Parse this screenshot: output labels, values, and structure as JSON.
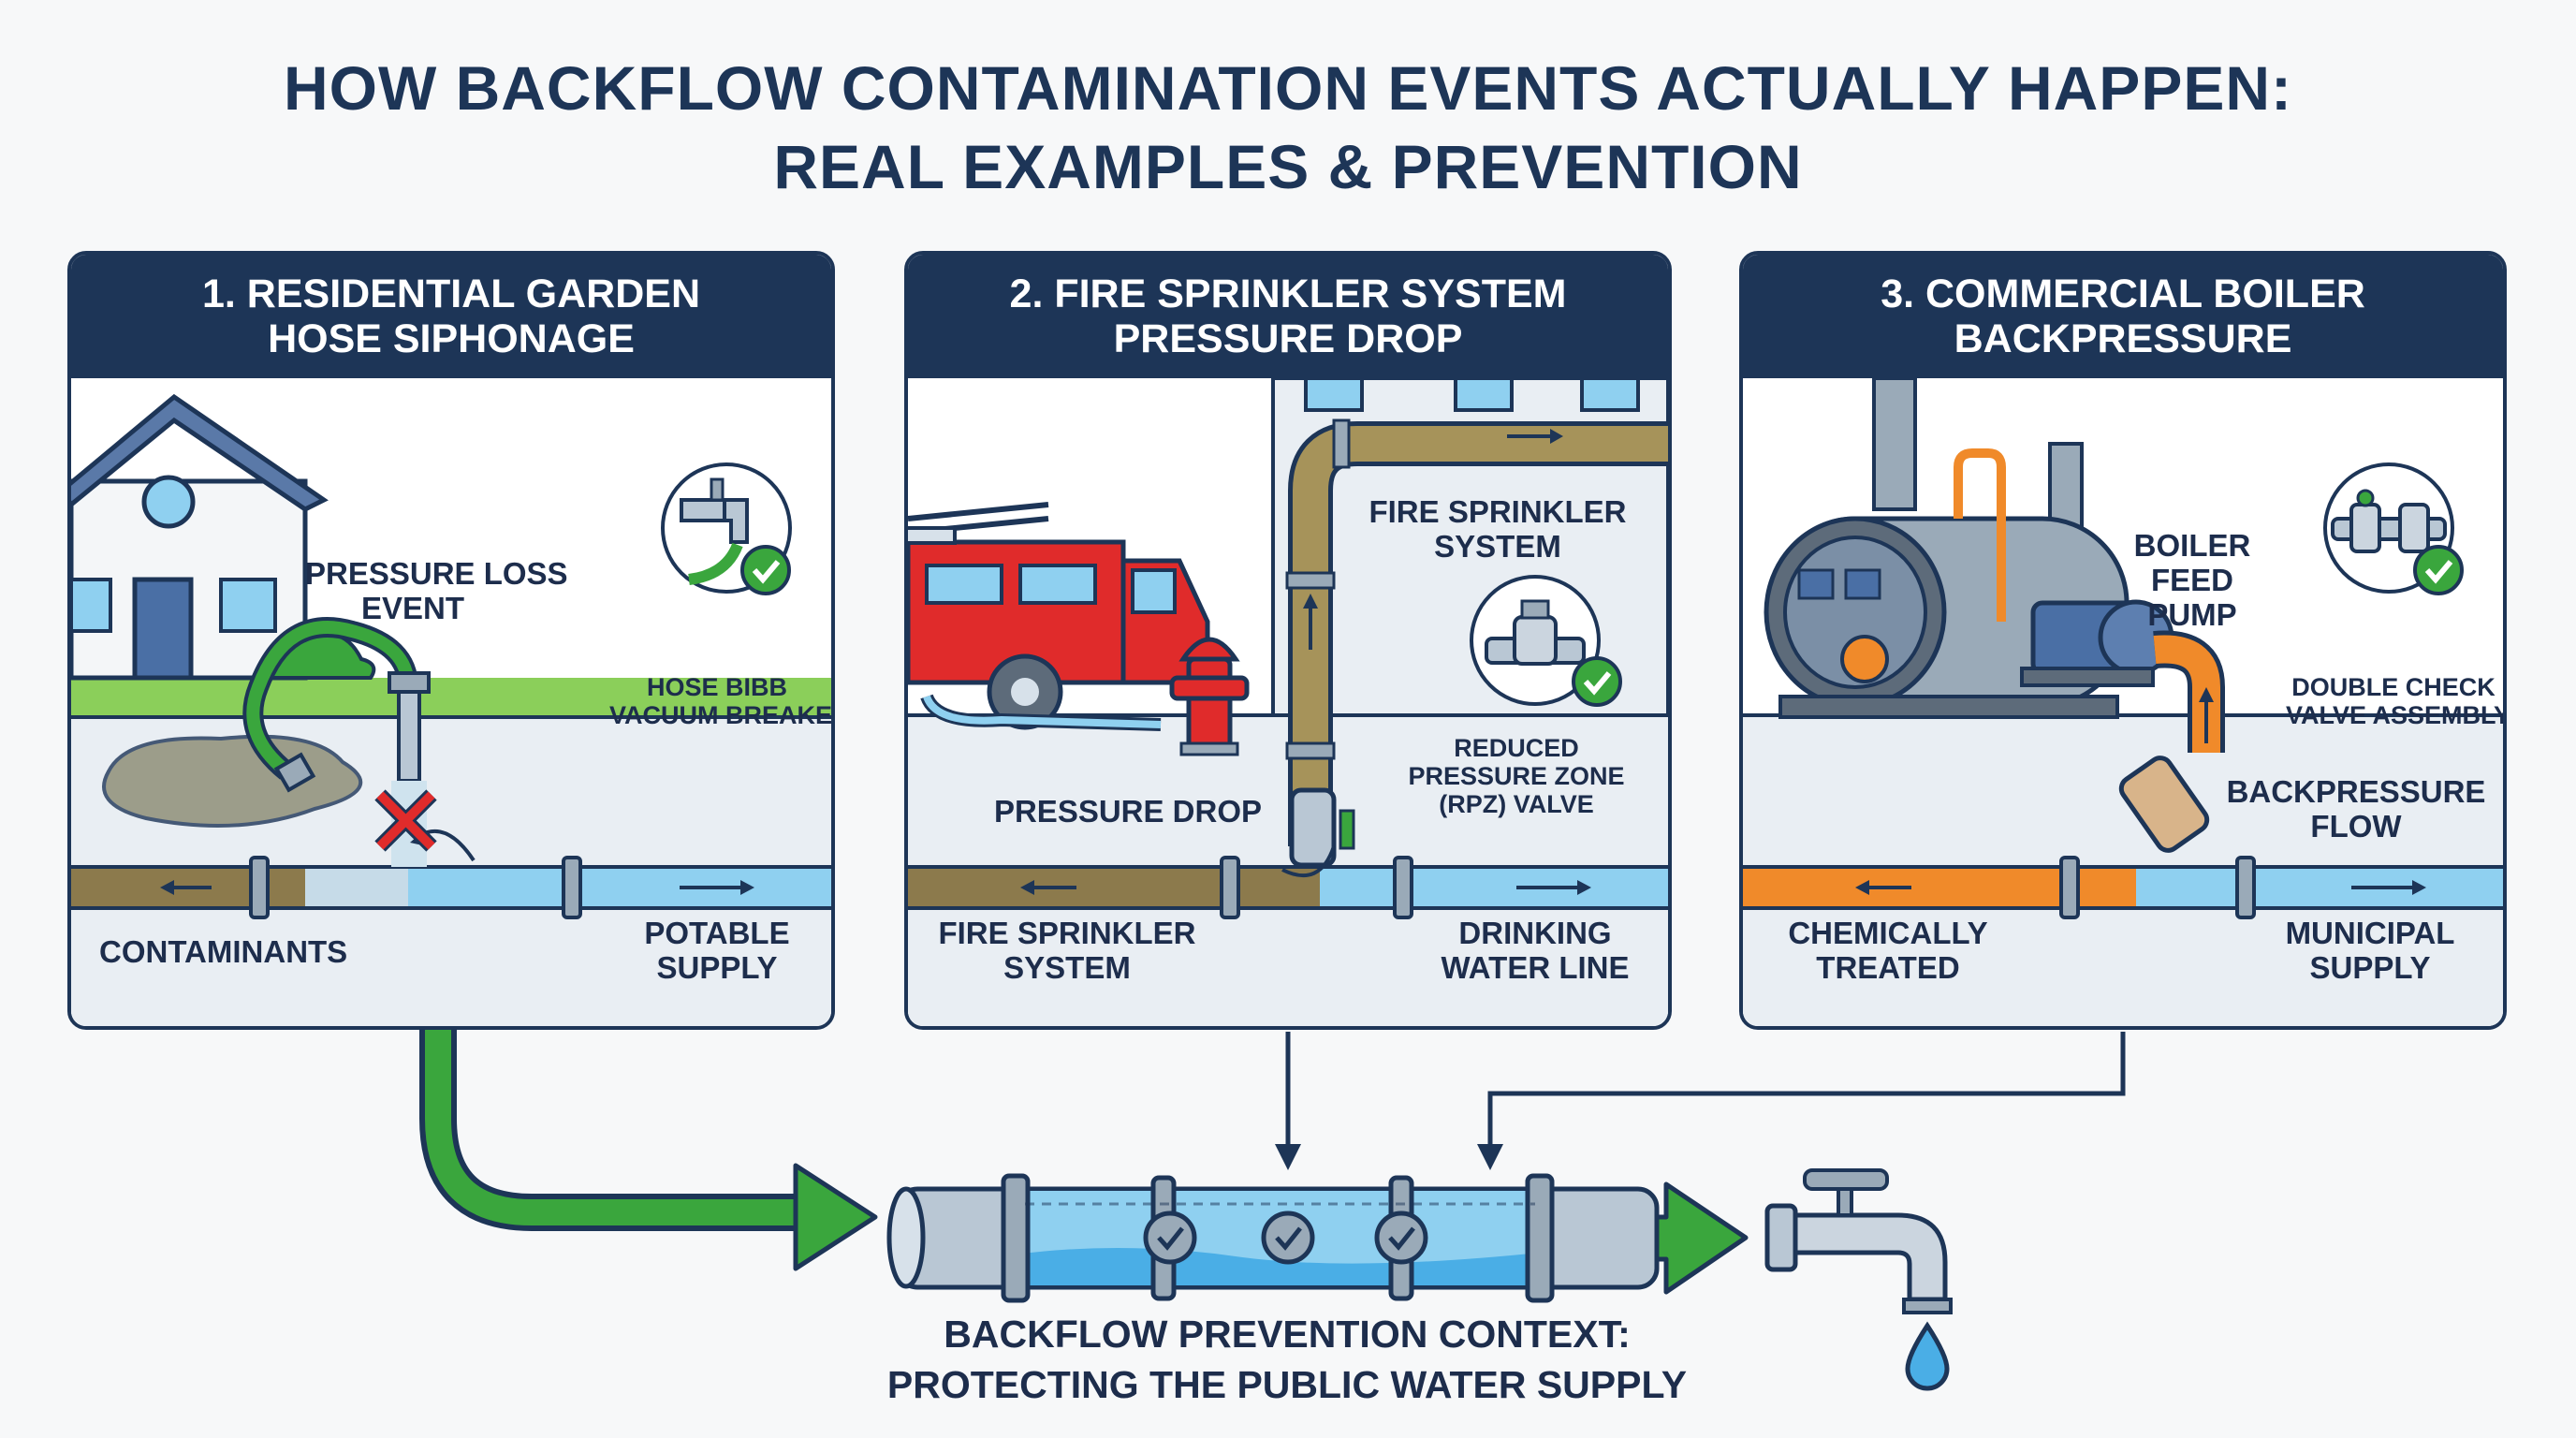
{
  "title": {
    "line1": "HOW BACKFLOW CONTAMINATION EVENTS ACTUALLY HAPPEN:",
    "line2": "REAL EXAMPLES & PREVENTION"
  },
  "panels": [
    {
      "header_line1": "1. RESIDENTIAL GARDEN",
      "header_line2": "HOSE SIPHONAGE",
      "event_line1": "PRESSURE LOSS",
      "event_line2": "EVENT",
      "device_line1": "HOSE BIBB",
      "device_line2": "VACUUM BREAKER",
      "left_label": "CONTAMINANTS",
      "right_line1": "POTABLE",
      "right_line2": "SUPPLY"
    },
    {
      "header_line1": "2. FIRE SPRINKLER SYSTEM",
      "header_line2": "PRESSURE DROP",
      "system_line1": "FIRE SPRINKLER",
      "system_line2": "SYSTEM",
      "device_line1": "REDUCED",
      "device_line2": "PRESSURE ZONE",
      "device_line3": "(RPZ) VALVE",
      "event_label": "PRESSURE DROP",
      "left_line1": "FIRE SPRINKLER",
      "left_line2": "SYSTEM",
      "right_line1": "DRINKING",
      "right_line2": "WATER LINE"
    },
    {
      "header_line1": "3. COMMERCIAL BOILER",
      "header_line2": "BACKPRESSURE",
      "pump_line1": "BOILER",
      "pump_line2": "FEED",
      "pump_line3": "PUMP",
      "device_line1": "DOUBLE CHECK",
      "device_line2": "VALVE ASSEMBLY",
      "event_line1": "BACKPRESSURE",
      "event_line2": "FLOW",
      "left_line1": "CHEMICALLY",
      "left_line2": "TREATED",
      "right_line1": "MUNICIPAL",
      "right_line2": "SUPPLY"
    }
  ],
  "footer": {
    "line1": "BACKFLOW PREVENTION CONTEXT:",
    "line2": "PROTECTING THE PUBLIC WATER SUPPLY"
  },
  "icons": [
    "house-icon",
    "garden-hose-icon",
    "hose-bibb-icon",
    "check-icon",
    "cross-icon",
    "fire-truck-icon",
    "fire-hydrant-icon",
    "rpz-valve-icon",
    "boiler-icon",
    "pump-icon",
    "double-check-valve-icon",
    "faucet-icon",
    "water-drop-icon"
  ],
  "colors": {
    "navy": "#1d3557",
    "potable": "#5ab7ea",
    "contaminant": "#8c7a4c",
    "chemical": "#f08a2a",
    "green": "#3aa63d",
    "hazard": "#e02b2b"
  }
}
